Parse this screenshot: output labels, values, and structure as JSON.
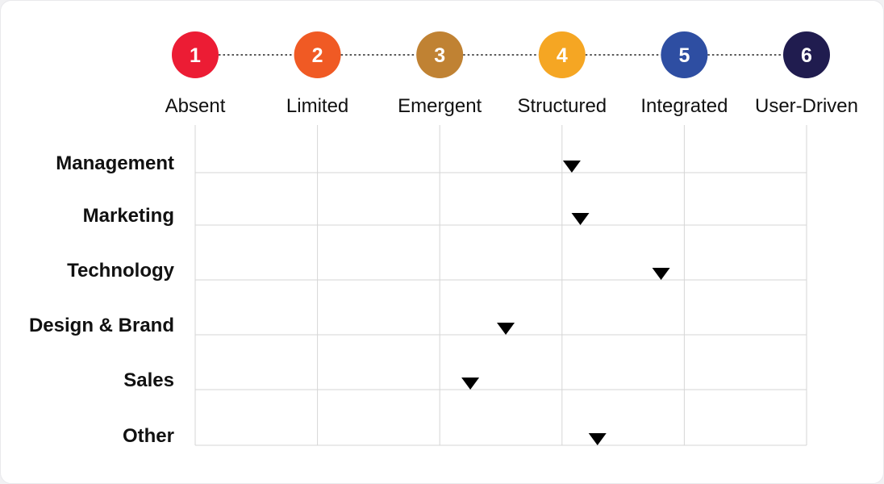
{
  "chart_data": {
    "type": "scatter",
    "stages": [
      {
        "number": "1",
        "label": "Absent",
        "color": "#ec1c34"
      },
      {
        "number": "2",
        "label": "Limited",
        "color": "#f05a24"
      },
      {
        "number": "3",
        "label": "Emergent",
        "color": "#c08233"
      },
      {
        "number": "4",
        "label": "Structured",
        "color": "#f5a623"
      },
      {
        "number": "5",
        "label": "Integrated",
        "color": "#2e4ea2"
      },
      {
        "number": "6",
        "label": "User-Driven",
        "color": "#201c4f"
      }
    ],
    "categories": [
      "Management",
      "Marketing",
      "Technology",
      "Design & Brand",
      "Sales",
      "Other"
    ],
    "values": [
      4.08,
      4.15,
      4.81,
      3.54,
      3.25,
      4.29
    ],
    "xlim": [
      1,
      6
    ],
    "grid": true,
    "marker": "down-triangle",
    "marker_color": "#000000",
    "grid_color": "#d6d6d6",
    "connector_color": "#222222"
  }
}
